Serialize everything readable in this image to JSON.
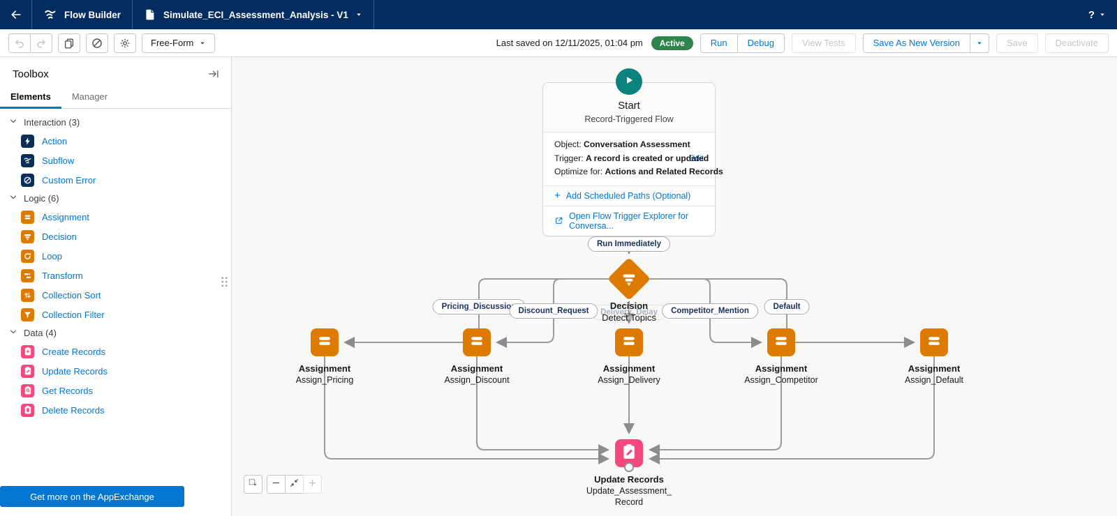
{
  "header": {
    "app_name": "Flow Builder",
    "flow_title": "Simulate_ECI_Assessment_Analysis - V1",
    "help_label": "?"
  },
  "toolbar": {
    "view_mode": "Free-Form",
    "last_saved": "Last saved on 12/11/2025, 01:04 pm",
    "status_badge": "Active",
    "run_label": "Run",
    "debug_label": "Debug",
    "view_tests_label": "View Tests",
    "save_as_new_label": "Save As New Version",
    "save_label": "Save",
    "deactivate_label": "Deactivate"
  },
  "toolbox": {
    "title": "Toolbox",
    "tabs": [
      "Elements",
      "Manager"
    ],
    "active_tab": "Elements",
    "sections": [
      {
        "label": "Interaction (3)",
        "icon_bg": "#0b2e59",
        "items": [
          {
            "label": "Action",
            "icon": "action"
          },
          {
            "label": "Subflow",
            "icon": "subflow"
          },
          {
            "label": "Custom Error",
            "icon": "custom-error"
          }
        ]
      },
      {
        "label": "Logic (6)",
        "icon_bg": "#dd7a01",
        "items": [
          {
            "label": "Assignment",
            "icon": "assignment"
          },
          {
            "label": "Decision",
            "icon": "decision"
          },
          {
            "label": "Loop",
            "icon": "loop"
          },
          {
            "label": "Transform",
            "icon": "transform"
          },
          {
            "label": "Collection Sort",
            "icon": "sort"
          },
          {
            "label": "Collection Filter",
            "icon": "filter"
          }
        ]
      },
      {
        "label": "Data (4)",
        "icon_bg": "#f4487f",
        "items": [
          {
            "label": "Create Records",
            "icon": "clip-plus"
          },
          {
            "label": "Update Records",
            "icon": "clip-pencil"
          },
          {
            "label": "Get Records",
            "icon": "clip-search"
          },
          {
            "label": "Delete Records",
            "icon": "clip-trash"
          }
        ]
      }
    ],
    "footer_button": "Get more on the AppExchange"
  },
  "canvas": {
    "start": {
      "title": "Start",
      "subtitle": "Record-Triggered Flow",
      "object_label": "Object:",
      "object_value": "Conversation Assessment",
      "edit_label": "Edit",
      "trigger_label": "Trigger:",
      "trigger_value": "A record is created or updated",
      "optimize_label": "Optimize for:",
      "optimize_value": "Actions and Related Records",
      "add_paths_label": "Add Scheduled Paths (Optional)",
      "open_explorer_label": "Open Flow Trigger Explorer for Conversa..."
    },
    "run_label": "Run Immediately",
    "decision": {
      "type": "Decision",
      "name": "Detect Topics"
    },
    "outcomes": [
      "Pricing_Discussion",
      "Discount_Request",
      "Delivery_Delay",
      "Competitor_Mention",
      "Default"
    ],
    "assignments": [
      {
        "type": "Assignment",
        "name": "Assign_Pricing"
      },
      {
        "type": "Assignment",
        "name": "Assign_Discount"
      },
      {
        "type": "Assignment",
        "name": "Assign_Delivery"
      },
      {
        "type": "Assignment",
        "name": "Assign_Competitor"
      },
      {
        "type": "Assignment",
        "name": "Assign_Default"
      }
    ],
    "update_node": {
      "type": "Update Records",
      "name_line1": "Update_Assessment_",
      "name_line2": "Record"
    }
  },
  "colors": {
    "header_navy": "#032d60",
    "accent_blue": "#0176d3",
    "active_green": "#2e844a",
    "logic_orange": "#dd7a01",
    "data_pink": "#f4487f",
    "start_teal": "#0b827c"
  }
}
